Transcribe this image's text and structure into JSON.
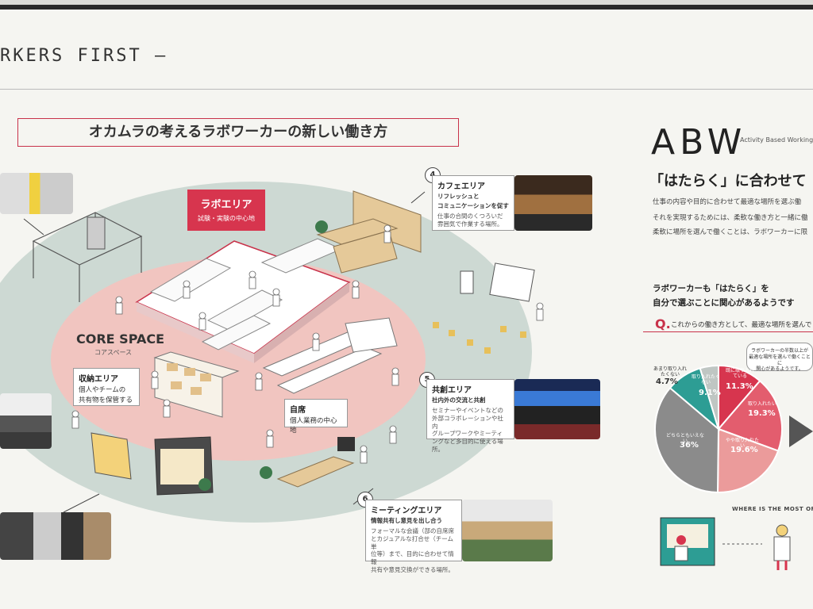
{
  "header": {
    "title": "RKERS FIRST –"
  },
  "main_title": "オカムラの考えるラボワーカーの新しい働き方",
  "zones": {
    "lab": {
      "title": "ラボエリア",
      "subtitle": "試験・実験の中心地"
    },
    "core": {
      "title": "CORE SPACE",
      "subtitle": "コアスペース"
    },
    "storage": {
      "title": "収納エリア",
      "subtitle": "個人やチームの",
      "subtitle2": "共有物を保管する"
    },
    "desk": {
      "title": "自席",
      "subtitle": "個人業務の中心地"
    },
    "cafe": {
      "number": "4",
      "title": "カフェエリア",
      "subtitle": "リフレッシュと",
      "subtitle2": "コミュニケーションを促す",
      "desc1": "仕事の合間のくつろいだ",
      "desc2": "雰囲気で作業する場所。"
    },
    "cocreate": {
      "number": "5",
      "title": "共創エリア",
      "subtitle": "社内外の交流と共創",
      "desc1": "セミナーやイベントなどの",
      "desc2": "外部コラボレーションや社内",
      "desc3": "グループワークやミーティ",
      "desc4": "ングなど多目的に使える場所。"
    },
    "meeting": {
      "number": "6",
      "title": "ミーティングエリア",
      "subtitle": "情報共有し意見を出し合う",
      "desc1": "フォーマルな会議（部の自席席",
      "desc2": "とカジュアルな打合せ（チーム単",
      "desc3": "位等）まで、目的に合わせて情報",
      "desc4": "共有や意見交換ができる場所。"
    }
  },
  "abw": {
    "title": "ABW",
    "subtitle": "Activity Based Working",
    "heading": "「はたらく」に合わせて",
    "p1": "仕事の内容や目的に合わせて最適な場所を選ぶ働",
    "p2": "それを実現するためには、柔軟な働き方と一緒に働",
    "p3": "柔軟に場所を選んで働くことは、ラボワーカーに限",
    "q_intro1": "ラボワーカーも「はたらく」を",
    "q_intro2": "自分で選ぶことに関心があるようです",
    "q_label": "Q.",
    "q_text": "これからの働き方として、最適な場所を選んで",
    "bubble": "ラボワーカーの半数以上が\n最適な場所を選んで働くことに\n関心があるようです。",
    "where": "WHERE IS THE MOST OPTIMAL P"
  },
  "pie": {
    "slices": [
      {
        "label": "既に取り入れている",
        "value": 11.3,
        "color": "#d7354e"
      },
      {
        "label": "取り入れたい",
        "value": 19.3,
        "color": "#e35d6e"
      },
      {
        "label": "やや取り入れたい",
        "value": 19.6,
        "color": "#eb9b9b"
      },
      {
        "label": "どちらともいえない",
        "value": 36,
        "color": "#8b8b8b"
      },
      {
        "label": "取り入れたくない",
        "value": 9.1,
        "color": "#2d9d94"
      },
      {
        "label": "あまり取り入れたくない",
        "value": 4.7,
        "color": "#bfc6c3"
      }
    ],
    "pct_labels": [
      "11.3%",
      "19.3%",
      "19.6%",
      "36%",
      "9.1%",
      "4.7%"
    ]
  },
  "colors": {
    "accent": "#d7354e",
    "core_pink": "#f1c5c0",
    "outer_green": "#cdd9d3"
  }
}
